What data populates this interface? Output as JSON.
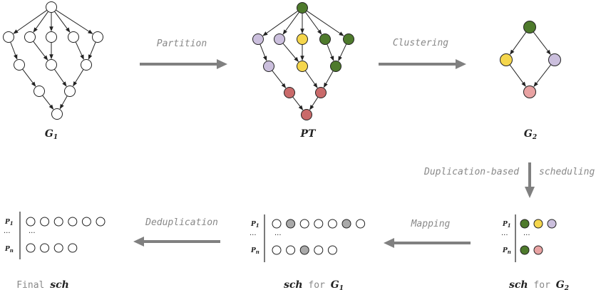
{
  "colors": {
    "white": "#ffffff",
    "green": "#4e7a2c",
    "purple": "#cbbfdd",
    "yellow": "#f5d64c",
    "red": "#c96a6a",
    "pink": "#e8a2a2",
    "gray": "#a9a9a9",
    "arrow": "#808080",
    "stroke": "#222222"
  },
  "labels": {
    "partition": "Partition",
    "clustering": "Clustering",
    "duplication_left": "Duplication-based",
    "duplication_right": "scheduling",
    "mapping": "Mapping",
    "deduplication": "Deduplication"
  },
  "graphs": {
    "g1": {
      "main": "G",
      "sub": "1"
    },
    "pt": {
      "main": "PT"
    },
    "g2": {
      "main": "G",
      "sub": "2"
    }
  },
  "schedules": {
    "final": {
      "prefix": "Final ",
      "name": "sch",
      "for": "",
      "graph": "",
      "sub": ""
    },
    "sch_g1": {
      "prefix": "",
      "name": "sch",
      "for": " for ",
      "graph": "G",
      "sub": "1"
    },
    "sch_g2": {
      "prefix": "",
      "name": "sch",
      "for": " for ",
      "graph": "G",
      "sub": "2"
    }
  },
  "processors": {
    "p1": "P",
    "p1_sub": "1",
    "pn": "P",
    "pn_sub": "n",
    "ellipsis": "…",
    "dots": "···"
  },
  "schedule_rows": {
    "final_p1": [
      "white",
      "white",
      "white",
      "white",
      "white",
      "white"
    ],
    "final_pn": [
      "white",
      "white",
      "white",
      "white"
    ],
    "g1_p1": [
      "white",
      "gray",
      "white",
      "white",
      "white",
      "gray",
      "white"
    ],
    "g1_pn": [
      "white",
      "white",
      "gray",
      "white",
      "white"
    ],
    "g2_p1": [
      "green",
      "yellow",
      "purple"
    ],
    "g2_pn": [
      "green",
      "pink"
    ]
  }
}
